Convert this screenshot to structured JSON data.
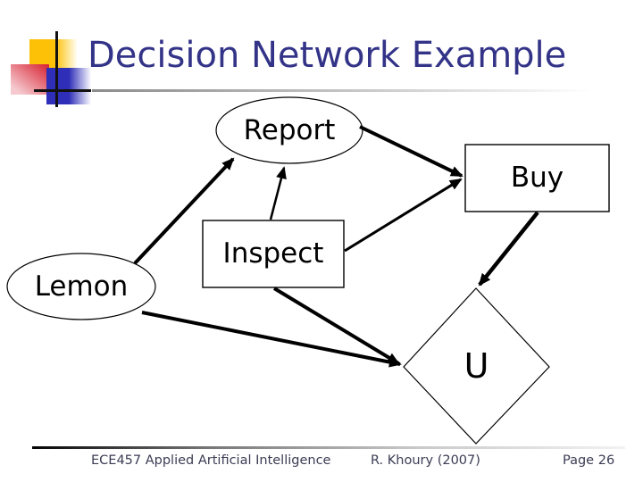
{
  "slide": {
    "title": "Decision Network Example",
    "title_color": "#333388",
    "background_color": "#ffffff"
  },
  "diagram": {
    "type": "decision-network",
    "nodes": [
      {
        "id": "report",
        "label": "Report",
        "shape": "ellipse"
      },
      {
        "id": "buy",
        "label": "Buy",
        "shape": "rectangle"
      },
      {
        "id": "inspect",
        "label": "Inspect",
        "shape": "rectangle"
      },
      {
        "id": "lemon",
        "label": "Lemon",
        "shape": "ellipse"
      },
      {
        "id": "u",
        "label": "U",
        "shape": "diamond"
      }
    ],
    "edges": [
      {
        "from": "lemon",
        "to": "report"
      },
      {
        "from": "inspect",
        "to": "report"
      },
      {
        "from": "report",
        "to": "buy"
      },
      {
        "from": "inspect",
        "to": "buy"
      },
      {
        "from": "lemon",
        "to": "u"
      },
      {
        "from": "inspect",
        "to": "u"
      },
      {
        "from": "buy",
        "to": "u"
      }
    ]
  },
  "footer": {
    "course": "ECE457 Applied Artificial Intelligence",
    "author": "R. Khoury (2007)",
    "page": "Page 26"
  }
}
